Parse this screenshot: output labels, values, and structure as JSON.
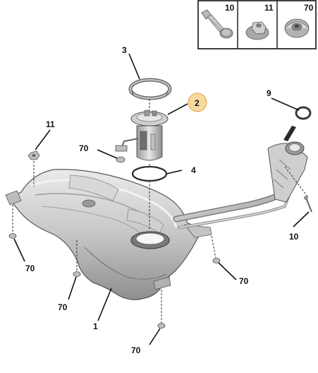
{
  "legend": {
    "cells": [
      {
        "number": "10",
        "icon": "bolt-with-washer-icon"
      },
      {
        "number": "11",
        "icon": "flanged-nut-icon"
      },
      {
        "number": "70",
        "icon": "clip-nut-icon"
      }
    ]
  },
  "callouts": {
    "part_1": "1",
    "part_2": "2",
    "part_3": "3",
    "part_4": "4",
    "part_9": "9",
    "part_10": "10",
    "part_11": "11",
    "part_70_pump": "70",
    "part_70_left": "70",
    "part_70_leftlow": "70",
    "part_70_bottom": "70",
    "part_70_right": "70"
  },
  "colors": {
    "tank_light": "#e4e4e4",
    "tank_mid": "#b4b4b4",
    "tank_dark": "#8a8a8a",
    "highlight": "#f8d9a0",
    "line": "#111111"
  }
}
